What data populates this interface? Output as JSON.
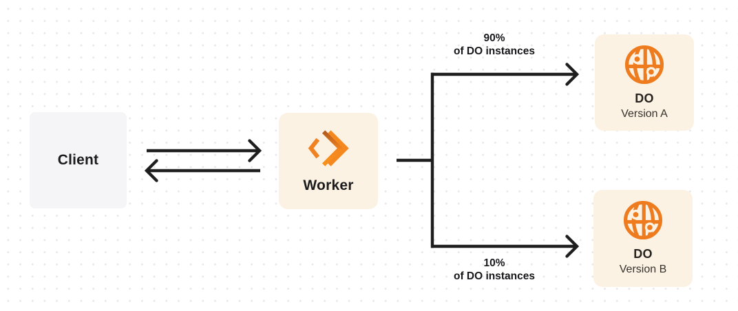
{
  "diagram": {
    "client": {
      "label": "Client"
    },
    "worker": {
      "label": "Worker"
    },
    "branch_top": {
      "percent": "90%",
      "caption": "of DO instances"
    },
    "branch_bottom": {
      "percent": "10%",
      "caption": "of DO instances"
    },
    "do_version_a": {
      "title": "DO",
      "subtitle": "Version A"
    },
    "do_version_b": {
      "title": "DO",
      "subtitle": "Version B"
    },
    "icons": {
      "worker": "workers-chevrons-icon",
      "durable_object": "globe-icon"
    },
    "colors": {
      "accent_orange": "#EE7B1D",
      "worker_logo_orange": "#F5861F",
      "card_cream": "#FCF2E3",
      "card_gray": "#F5F5F7",
      "connector_line": "#1E1E1E",
      "dot_grid": "#E8E8EA",
      "background": "#FFFFFF",
      "text": "#1A1A1C"
    }
  }
}
